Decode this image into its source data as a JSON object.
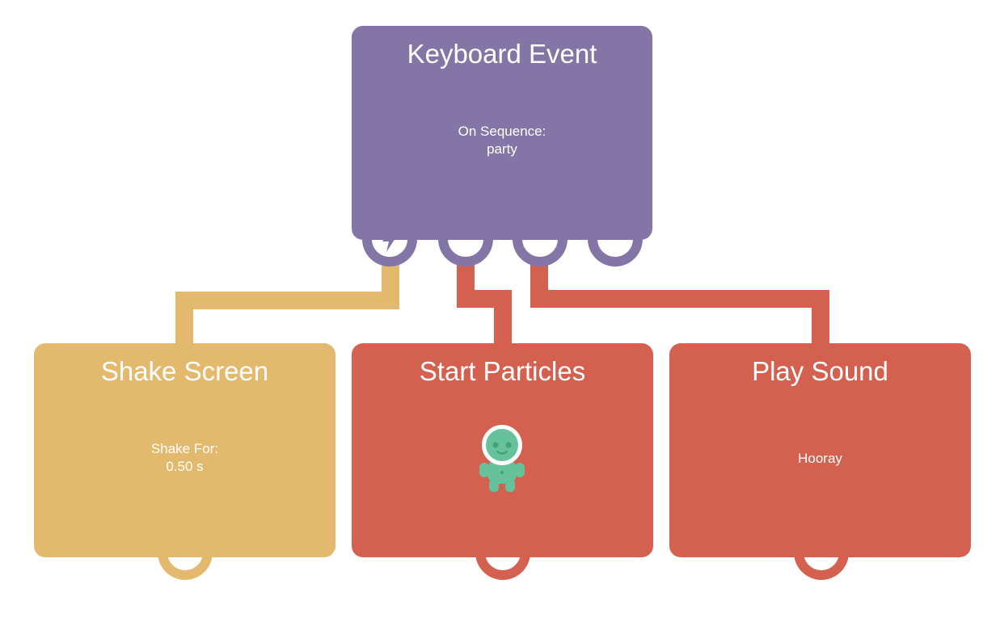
{
  "colors": {
    "event": "#8475a7",
    "shake": "#e3b96d",
    "action": "#d4614f",
    "white": "#ffffff",
    "alien_body": "#66c29b",
    "alien_dark": "#4a9e7e"
  },
  "event_node": {
    "title": "Keyboard Event",
    "param_label": "On Sequence:",
    "param_value": "party",
    "ports": [
      {
        "icon": "lightning-icon"
      },
      {
        "icon": "empty-port"
      },
      {
        "icon": "empty-port"
      },
      {
        "icon": "empty-port"
      }
    ]
  },
  "action_nodes": [
    {
      "title": "Shake Screen",
      "param_label": "Shake For:",
      "param_value": "0.50 s",
      "port_icon": "clock-icon"
    },
    {
      "title": "Start Particles",
      "preview_icon": "alien-astronaut-icon",
      "port_icon": "clock-icon"
    },
    {
      "title": "Play Sound",
      "param_value": "Hooray",
      "port_icon": "clock-icon"
    }
  ]
}
